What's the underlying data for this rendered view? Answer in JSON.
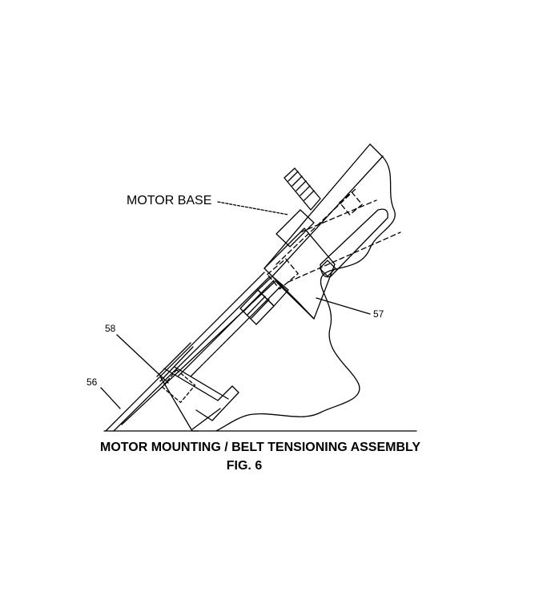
{
  "figure": {
    "labels": {
      "motor_base": "MOTOR BASE",
      "ref_57": "57",
      "ref_58": "58",
      "ref_56": "56"
    },
    "caption": {
      "title": "MOTOR MOUNTING / BELT TENSIONING ASSEMBLY",
      "fig_number": "FIG. 6"
    },
    "colors": {
      "line": "#000000",
      "background": "#ffffff"
    }
  }
}
